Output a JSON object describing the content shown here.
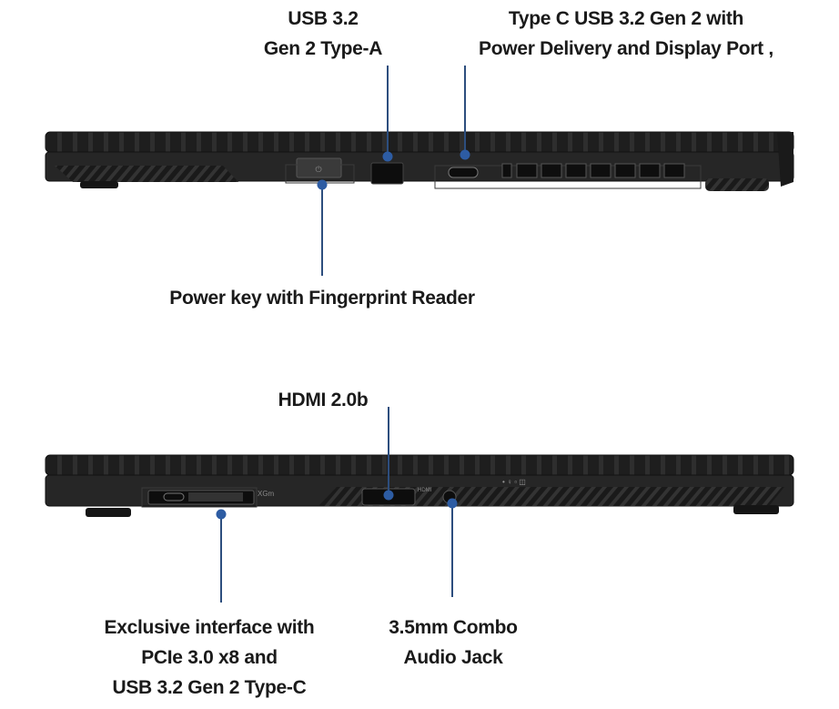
{
  "side_right": {
    "labels": {
      "usb_a": [
        "USB 3.2",
        "Gen 2 Type-A"
      ],
      "usb_c": [
        "Type C USB 3.2 Gen 2 with",
        "Power Delivery and Display Port ,"
      ],
      "power": "Power key with Fingerprint Reader"
    }
  },
  "side_left": {
    "labels": {
      "hdmi": "HDMI 2.0b",
      "xgm": [
        "Exclusive interface with",
        "PCIe 3.0 x8 and",
        "USB 3.2 Gen 2 Type-C"
      ],
      "audio": [
        "3.5mm Combo",
        "Audio Jack"
      ]
    },
    "port_text": {
      "xgm": "XGm",
      "hdmi": "HDMI"
    }
  },
  "colors": {
    "callout": "#2d4e7e",
    "dot": "#2d5ca3",
    "chassis": "#1c1c1c"
  }
}
